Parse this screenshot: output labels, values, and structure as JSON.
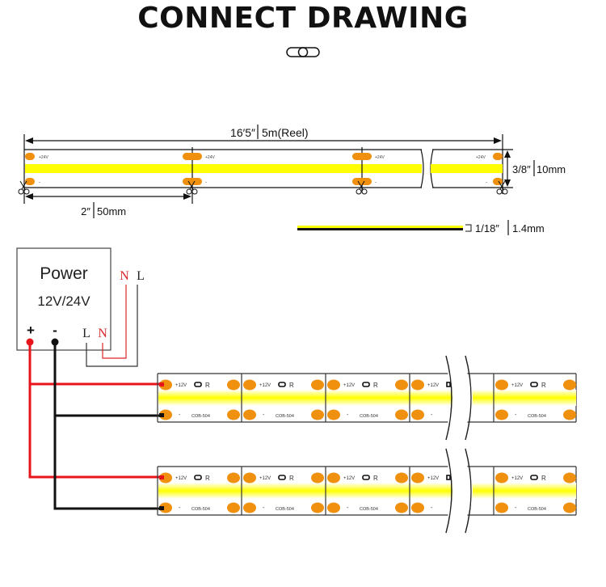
{
  "title": "CONNECT DRAWING",
  "colors": {
    "led_yellow": "#ffff00",
    "pad_orange": "#f0900f",
    "wire_red": "#e8141b",
    "wire_black": "#111111",
    "neutral_red": "#d9252a"
  },
  "dimension_drawing": {
    "total_length_label": "16′5″",
    "total_length_metric": "5m(Reel)",
    "cut_length_label": "2″",
    "cut_length_metric": "50mm",
    "width_label": "3/8″",
    "width_metric": "10mm",
    "thickness_label": "1/18″",
    "thickness_metric": "1.4mm",
    "pad_positive_label": "+24V",
    "pad_negative_label": "-"
  },
  "power_supply": {
    "title": "Power",
    "voltage": "12V/24V",
    "terminal_positive": "+",
    "terminal_negative": "-",
    "terminal_L": "L",
    "terminal_N": "N",
    "mains_N": "N",
    "mains_L": "L"
  },
  "strip_segment": {
    "positive_label": "+12V",
    "resistor_label": "R",
    "negative_label": "-",
    "model_label": "COB-504"
  }
}
